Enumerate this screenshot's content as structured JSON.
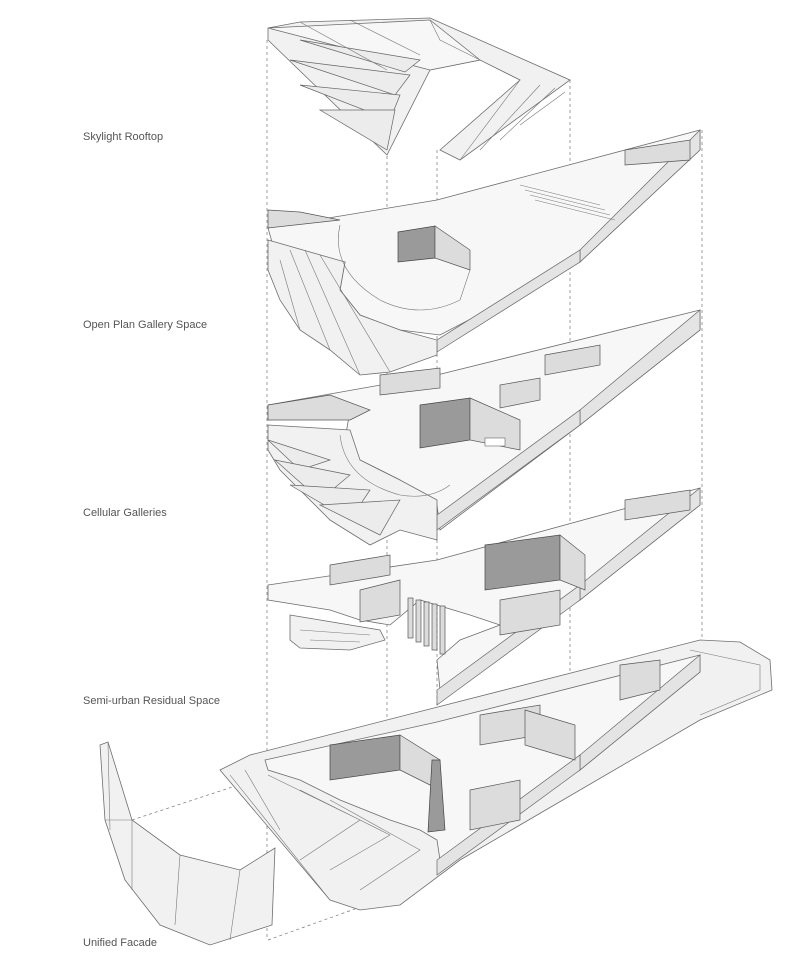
{
  "diagram": {
    "layers": [
      {
        "label": "Skylight Rooftop"
      },
      {
        "label": "Open Plan Gallery Space"
      },
      {
        "label": "Cellular Galleries"
      },
      {
        "label": "Semi-urban Residual Space"
      },
      {
        "label": "Unified Facade"
      }
    ]
  },
  "colors": {
    "background": "#ffffff",
    "label_text": "#555555",
    "line": "#6e6e6e",
    "fill_light": "#f1f1f1",
    "fill_shadow": "#9a9a9a"
  }
}
